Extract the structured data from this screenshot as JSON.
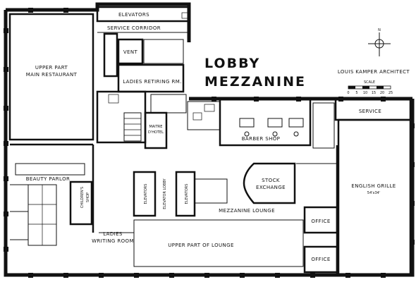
{
  "title": {
    "line1": "LOBBY",
    "line2": "MEZZANINE",
    "architect": "LOUIS KAMPER ARCHITECT",
    "scale_label": "SCALE",
    "scale_ticks": [
      "0",
      "5",
      "10",
      "15",
      "20",
      "25"
    ],
    "compass": "N"
  },
  "rooms": {
    "elevators_top": "ELEVATORS",
    "service_corridor": "SERVICE CORRIDOR",
    "vent": "VENT",
    "upper_part_main_restaurant_1": "UPPER PART",
    "upper_part_main_restaurant_2": "MAIN RESTAURANT",
    "ladies_retiring": "LADIES RETIRING RM.",
    "maitre_1": "MAITRE",
    "maitre_2": "D'HOTEL",
    "barber_shop": "BARBER SHOP",
    "service": "SERVICE",
    "beauty_parlor": "BEAUTY PARLOR",
    "childrens_1": "CHILDREN'S",
    "childrens_2": "SHOP",
    "elevators_left": "ELEVATORS",
    "elevator_lobby": "ELEVATOR LOBBY",
    "elevators_right": "ELEVATORS",
    "stock_exchange_1": "STOCK",
    "stock_exchange_2": "EXCHANGE",
    "english_grille": "ENGLISH GRILLE",
    "english_grille_dim": "54'x34'",
    "mezzanine_lounge": "MEZZANINE LOUNGE",
    "office_1": "OFFICE",
    "ladies_writing_1": "LADIES",
    "ladies_writing_2": "WRITING ROOM",
    "upper_part_lounge": "UPPER PART OF LOUNGE",
    "office_2": "OFFICE"
  }
}
